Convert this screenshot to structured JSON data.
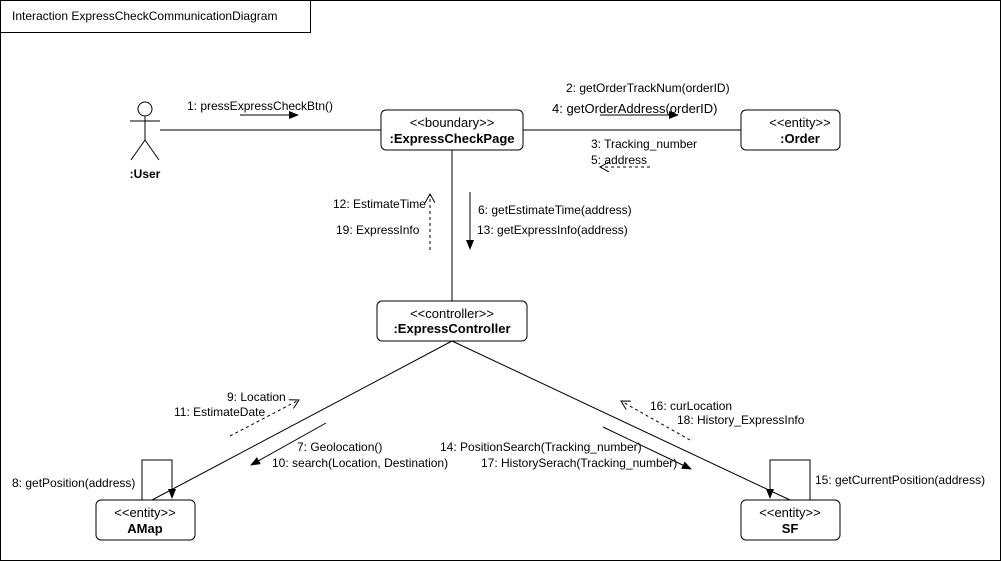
{
  "frame": {
    "title": "Interaction ExpressCheckCommunicationDiagram"
  },
  "actor": {
    "name": ":User"
  },
  "objects": [
    {
      "id": "page",
      "stereotype": "<<boundary>>",
      "name": ":ExpressCheckPage"
    },
    {
      "id": "order",
      "stereotype": "<<entity>>",
      "name": ":Order"
    },
    {
      "id": "controller",
      "stereotype": "<<controller>>",
      "name": ":ExpressController"
    },
    {
      "id": "amap",
      "stereotype": "<<entity>>",
      "name": "AMap"
    },
    {
      "id": "sf",
      "stereotype": "<<entity>>",
      "name": "SF"
    }
  ],
  "messages": {
    "m1": "1: pressExpressCheckBtn()",
    "m2": "2: getOrderTrackNum(orderID)",
    "m4": "4: getOrderAddress(orderID)",
    "m3": "3: Tracking_number",
    "m5": "5: address",
    "m12": "12: EstimateTime",
    "m19": "19: ExpressInfo",
    "m6": "6: getEstimateTime(address)",
    "m13": "13: getExpressInfo(address)",
    "m9": "9: Location",
    "m11": "11: EstimateDate",
    "m7": "7: Geolocation()",
    "m10": "10: search(Location, Destination)",
    "m8": "8: getPosition(address)",
    "m16": "16: curLocation",
    "m18": "18: History_ExpressInfo",
    "m14": "14: PositionSearch(Tracking_number)",
    "m17": "17: HistorySerach(Tracking_number)",
    "m15": "15: getCurrentPosition(address)"
  }
}
